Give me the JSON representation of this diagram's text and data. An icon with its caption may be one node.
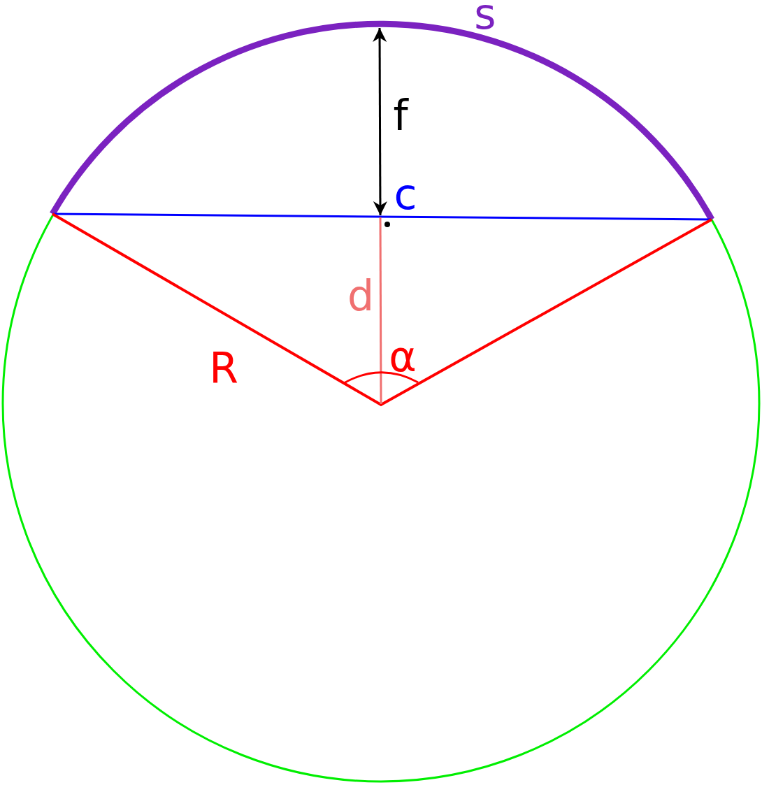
{
  "diagram": {
    "labels": [
      "s",
      "f",
      "c",
      "d",
      "α",
      "R"
    ]
  }
}
